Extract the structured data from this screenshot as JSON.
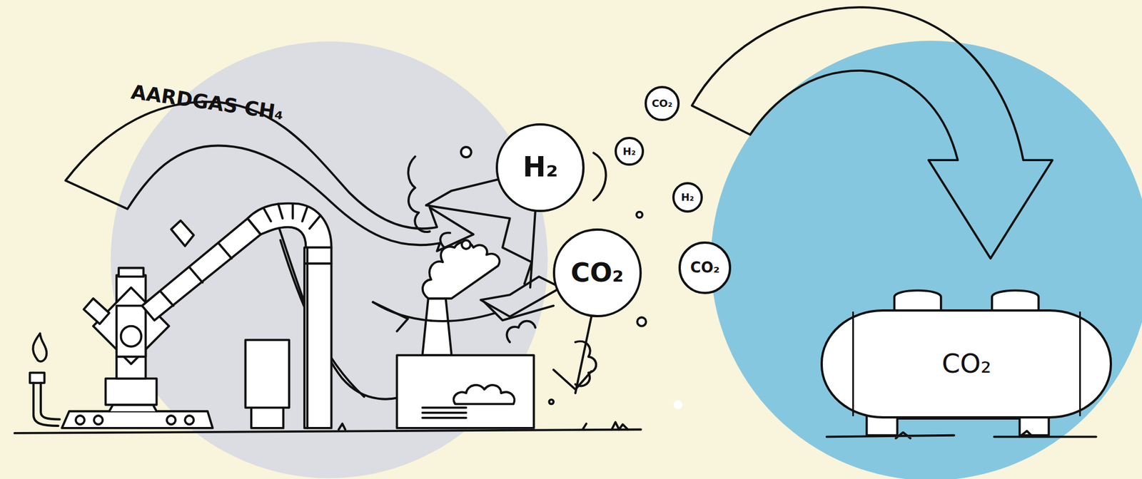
{
  "diagram": {
    "nodes": [
      {
        "text": [
          "CO₂"
        ]
      },
      {
        "text": [
          "H₂"
        ]
      },
      {
        "text": [
          "H₂"
        ]
      },
      {
        "text": [
          "H₂"
        ]
      },
      {
        "text": [
          "CO₂"
        ]
      },
      {
        "text": [
          "CO₂"
        ]
      },
      {
        "text": [
          "CO₂"
        ]
      }
    ],
    "labels": [
      "AARDGAS CH₄"
    ]
  }
}
